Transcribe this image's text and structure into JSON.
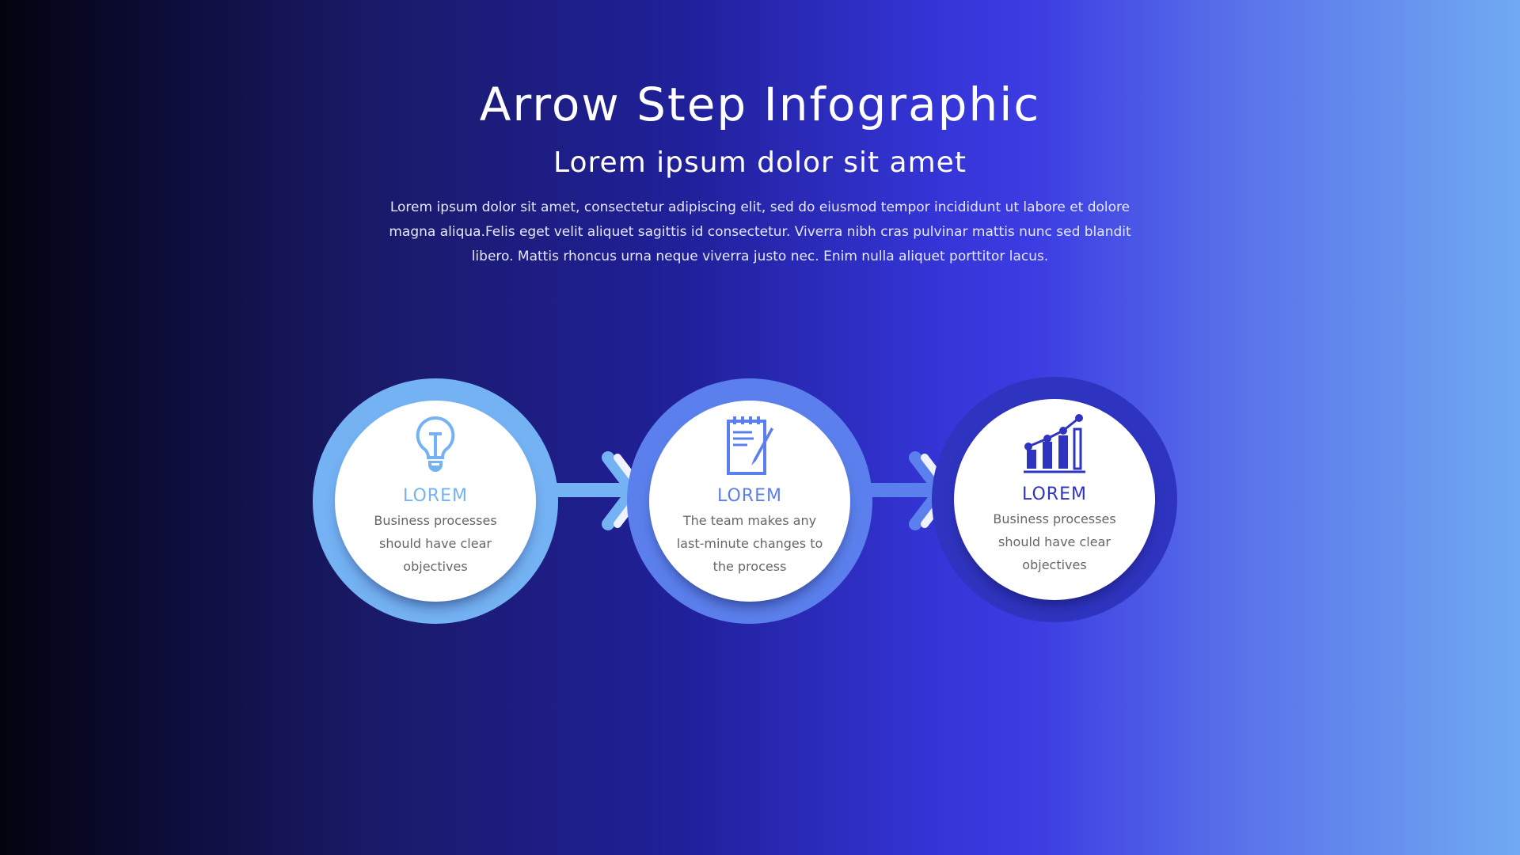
{
  "header": {
    "title": "Arrow Step Infographic",
    "subtitle": "Lorem ipsum dolor sit amet",
    "paragraph": "Lorem ipsum dolor sit amet, consectetur adipiscing elit, sed do eiusmod tempor incididunt ut labore et dolore magna aliqua.Felis eget velit aliquet sagittis id consectetur. Viverra nibh cras pulvinar mattis nunc sed blandit libero. Mattis rhoncus urna neque viverra justo nec. Enim nulla aliquet porttitor lacus."
  },
  "steps": [
    {
      "icon": "lightbulb-icon",
      "label": "LOREM",
      "text": "Business processes should have clear objectives",
      "color": "#74b2f4"
    },
    {
      "icon": "notepad-pencil-icon",
      "label": "LOREM",
      "text": "The team makes any last-minute changes to the process",
      "color": "#5b7fec"
    },
    {
      "icon": "bar-chart-growth-icon",
      "label": "LOREM",
      "text": "Business processes should have clear objectives",
      "color": "#2f34c0"
    }
  ]
}
